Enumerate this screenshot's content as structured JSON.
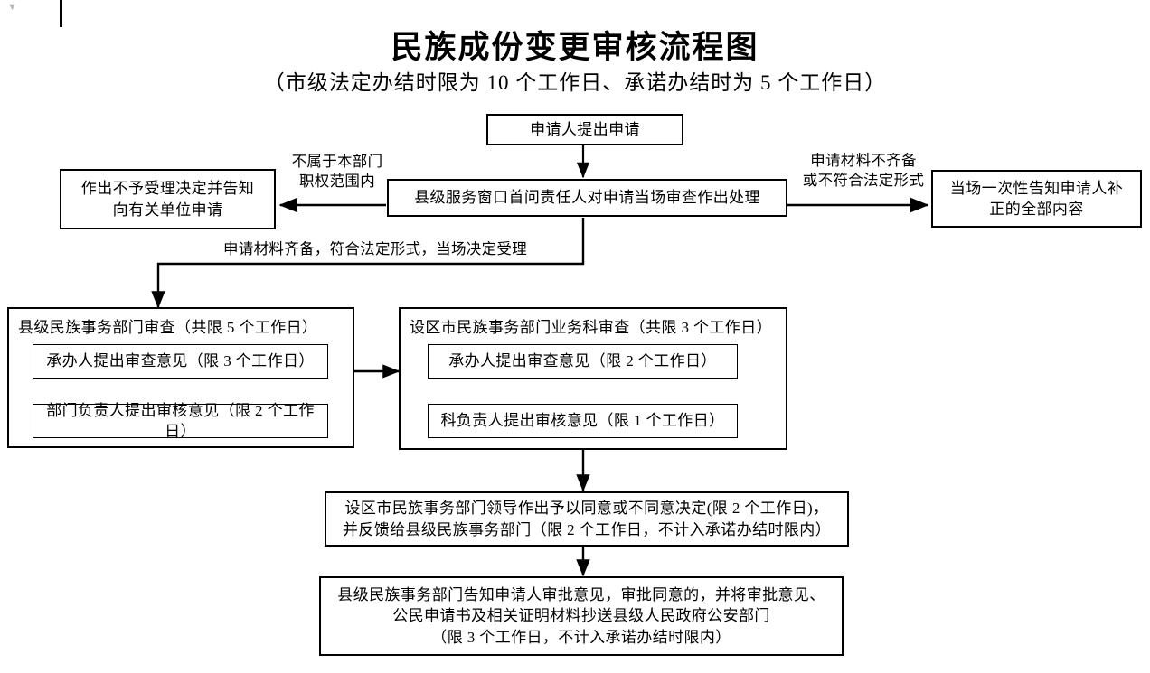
{
  "title": {
    "main": "民族成份变更审核流程图",
    "sub": "（市级法定办结时限为 10 个工作日、承诺办结时为 5 个工作日）"
  },
  "nodes": {
    "apply": "申请人提出申请",
    "window_review": "县级服务窗口首问责任人对申请当场审查作出处理",
    "reject": "作出不予受理决定并告知\n向有关单位申请",
    "supplement": "当场一次性告知申请人补\n正的全部内容",
    "county_group_title": "县级民族事务部门审查（共限 5 个工作日）",
    "county_step1": "承办人提出审查意见（限 3 个工作日）",
    "county_step2": "部门负责人提出审核意见（限 2 个工作日）",
    "city_group_title": "设区市民族事务部门业务科审查（共限 3 个工作日）",
    "city_step1": "承办人提出审查意见（限 2 个工作日）",
    "city_step2": "科负责人提出审核意见（限 1 个工作日）",
    "city_leader_decision": "设区市民族事务部门领导作出予以同意或不同意决定(限 2 个工作日)，\n并反馈给县级民族事务部门（限 2 个工作日，不计入承诺办结时限内）",
    "county_notify": "县级民族事务部门告知申请人审批意见，审批同意的，并将审批意见、\n公民申请书及相关证明材料抄送县级人民政府公安部门\n（限 3 个工作日，不计入承诺办结时限内）"
  },
  "edge_labels": {
    "not_in_scope": "不属于本部门\n职权范围内",
    "incomplete": "申请材料不齐备\n或不符合法定形式",
    "accepted": "申请材料齐备，符合法定形式，当场决定受理"
  },
  "style": {
    "line_color": "#000000",
    "box_border": "#000000",
    "background": "#ffffff"
  }
}
